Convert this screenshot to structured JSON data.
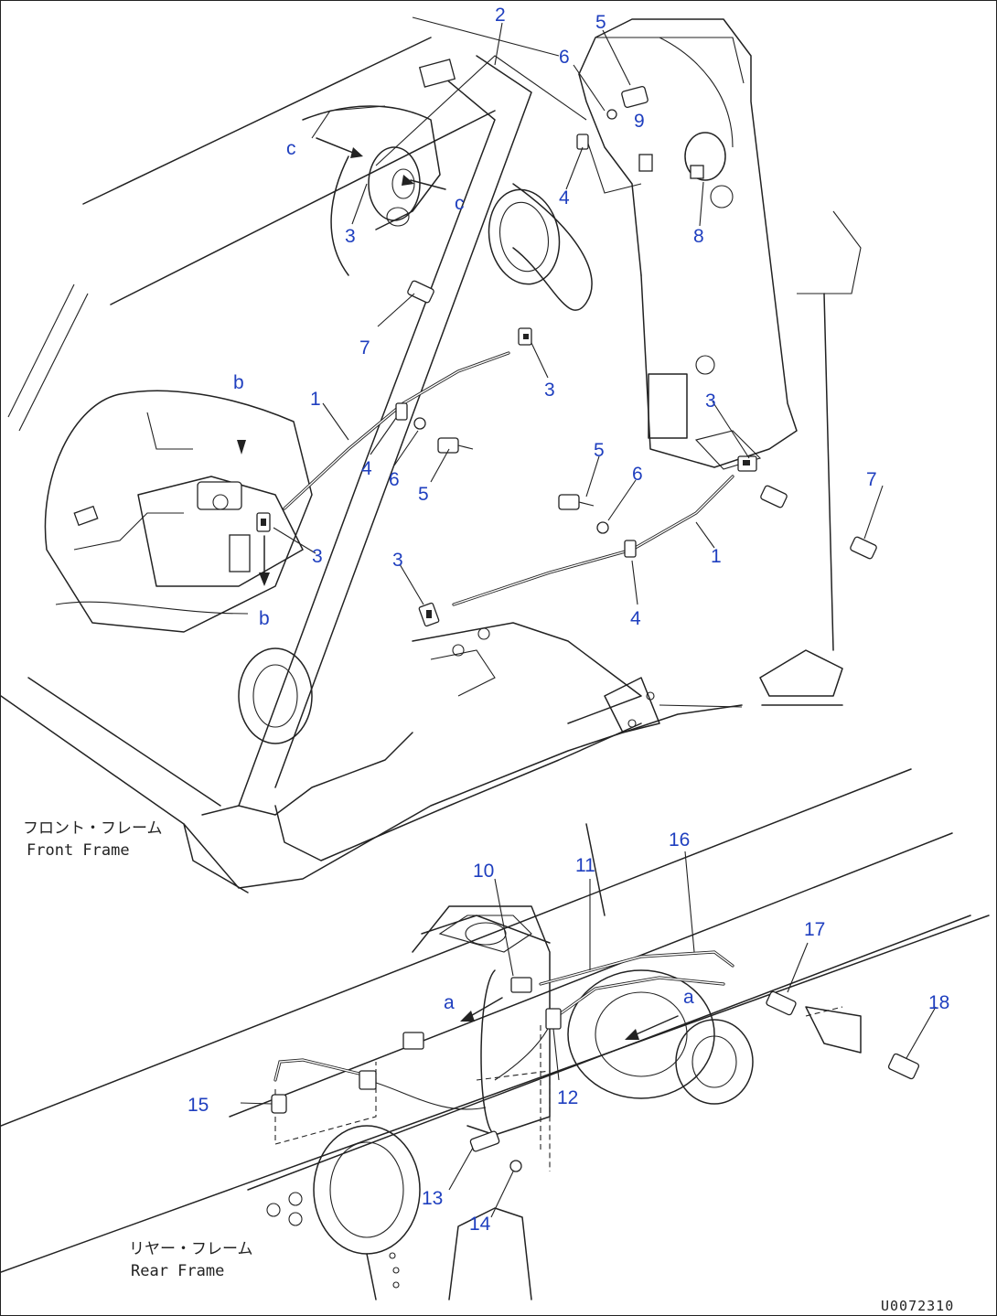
{
  "front_frame": {
    "jp": "フロント・フレーム",
    "en": "Front Frame"
  },
  "rear_frame": {
    "jp": "リヤー・フレーム",
    "en": "Rear Frame"
  },
  "drawing_code": "U0072310",
  "callouts": [
    {
      "id": "c2",
      "text": "2"
    },
    {
      "id": "c5a",
      "text": "5"
    },
    {
      "id": "c6a",
      "text": "6"
    },
    {
      "id": "c9",
      "text": "9"
    },
    {
      "id": "cc1",
      "text": "c"
    },
    {
      "id": "cc2",
      "text": "c"
    },
    {
      "id": "c3a",
      "text": "3"
    },
    {
      "id": "c4a",
      "text": "4"
    },
    {
      "id": "c8",
      "text": "8"
    },
    {
      "id": "c7a",
      "text": "7"
    },
    {
      "id": "c3b",
      "text": "3"
    },
    {
      "id": "cb1",
      "text": "b"
    },
    {
      "id": "c1a",
      "text": "1"
    },
    {
      "id": "c3c",
      "text": "3"
    },
    {
      "id": "c4b",
      "text": "4"
    },
    {
      "id": "c6b",
      "text": "6"
    },
    {
      "id": "c5b",
      "text": "5"
    },
    {
      "id": "c5c",
      "text": "5"
    },
    {
      "id": "c6c",
      "text": "6"
    },
    {
      "id": "c7b",
      "text": "7"
    },
    {
      "id": "c3d",
      "text": "3"
    },
    {
      "id": "c1b",
      "text": "1"
    },
    {
      "id": "c3e",
      "text": "3"
    },
    {
      "id": "c4c",
      "text": "4"
    },
    {
      "id": "cb2",
      "text": "b"
    },
    {
      "id": "c16",
      "text": "16"
    },
    {
      "id": "c10",
      "text": "10"
    },
    {
      "id": "c11",
      "text": "11"
    },
    {
      "id": "c17",
      "text": "17"
    },
    {
      "id": "ca1",
      "text": "a"
    },
    {
      "id": "ca2",
      "text": "a"
    },
    {
      "id": "c18",
      "text": "18"
    },
    {
      "id": "c15",
      "text": "15"
    },
    {
      "id": "c12",
      "text": "12"
    },
    {
      "id": "c13",
      "text": "13"
    },
    {
      "id": "c14",
      "text": "14"
    }
  ]
}
